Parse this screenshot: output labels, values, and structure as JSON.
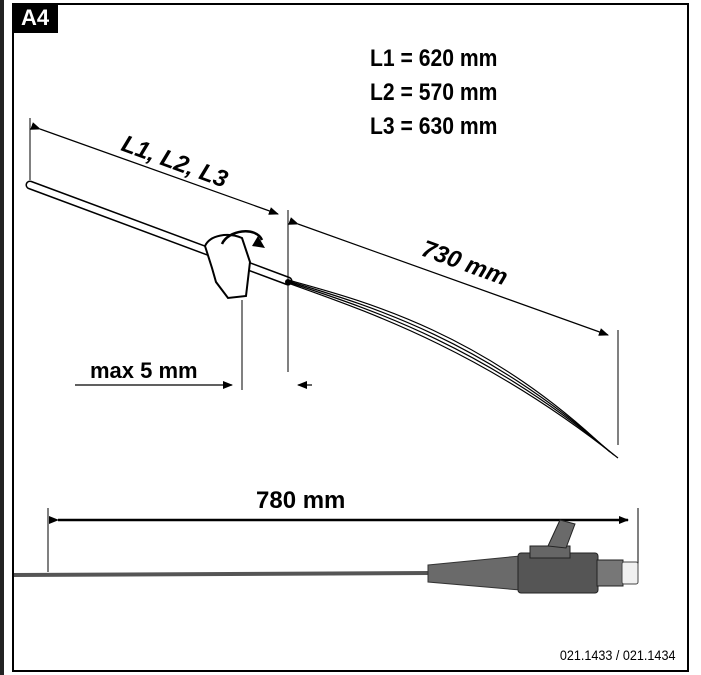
{
  "figure_tag": "A4",
  "lengths": {
    "l1": "L1 = 620 mm",
    "l2": "L2 = 570 mm",
    "l3": "L3 = 630 mm"
  },
  "dimensions": {
    "cable_length": "L1, L2, L3",
    "fiber_length": "730 mm",
    "strip_max": "max 5 mm",
    "total_length": "780 mm"
  },
  "part_codes": "021.1433 / 021.1434"
}
